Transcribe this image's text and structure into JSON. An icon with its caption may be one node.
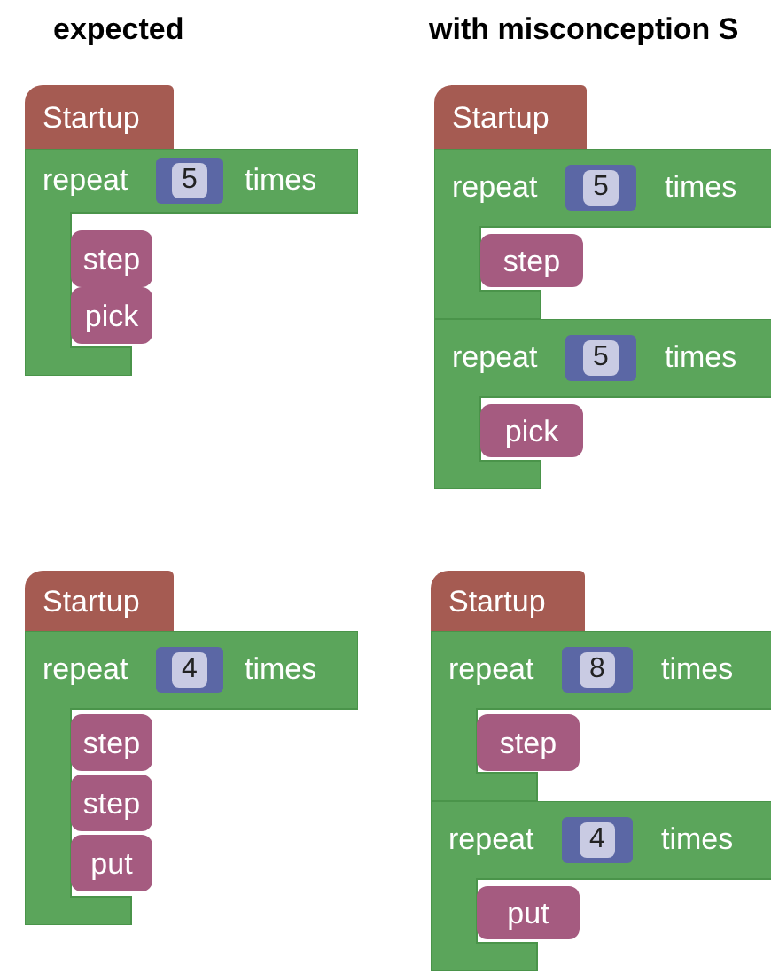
{
  "diagram": {
    "nodes": [
      {
        "text": [
          "Startup"
        ]
      },
      {
        "text": [
          "repeat",
          "times"
        ]
      },
      {
        "text": [
          "5"
        ],
        "in": 1
      },
      {
        "text": [
          "step"
        ],
        "in": 1
      },
      {
        "text": [
          "pick"
        ],
        "in": 1
      },
      {
        "text": [
          "Startup"
        ]
      },
      {
        "text": [
          "repeat",
          "times"
        ]
      },
      {
        "text": [
          "5"
        ],
        "in": 6
      },
      {
        "text": [
          "step"
        ],
        "in": 6
      },
      {
        "text": [
          "repeat",
          "times"
        ]
      },
      {
        "text": [
          "5"
        ],
        "in": 9
      },
      {
        "text": [
          "pick"
        ],
        "in": 9
      },
      {
        "text": [
          "Startup"
        ]
      },
      {
        "text": [
          "repeat",
          "times"
        ]
      },
      {
        "text": [
          "4"
        ],
        "in": 13
      },
      {
        "text": [
          "step"
        ],
        "in": 13
      },
      {
        "text": [
          "step"
        ],
        "in": 13
      },
      {
        "text": [
          "put"
        ],
        "in": 13
      },
      {
        "text": [
          "Startup"
        ]
      },
      {
        "text": [
          "repeat",
          "times"
        ]
      },
      {
        "text": [
          "8"
        ],
        "in": 19
      },
      {
        "text": [
          "step"
        ],
        "in": 19
      },
      {
        "text": [
          "repeat",
          "times"
        ]
      },
      {
        "text": [
          "4"
        ],
        "in": 22
      },
      {
        "text": [
          "put"
        ],
        "in": 22
      }
    ],
    "labels": [
      "expected",
      "with misconception S"
    ]
  }
}
